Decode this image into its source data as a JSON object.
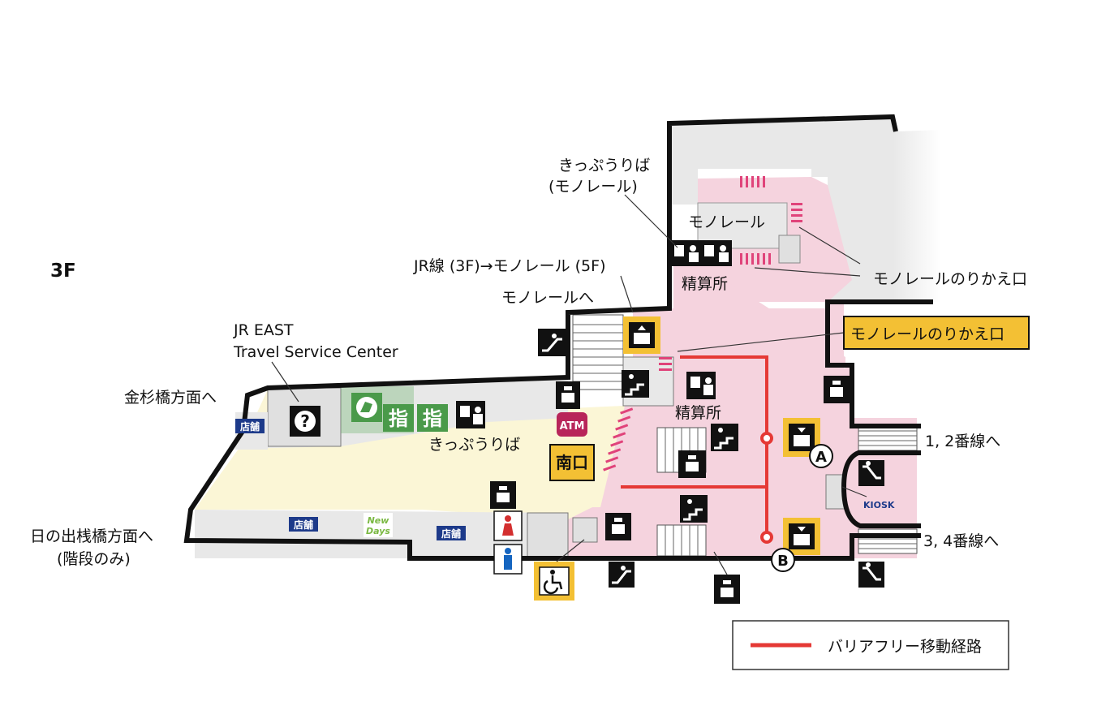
{
  "floor": "3F",
  "colors": {
    "jr_area": "#fbf6d6",
    "monorail_area": "#f5d3de",
    "gray_area": "#e8e8e8",
    "route": "#e53935",
    "highlight": "#f3c034",
    "atm": "#b8255a",
    "ticket_green": "#4a9a4a",
    "stair_pink": "#e0437a"
  },
  "labels": {
    "kippu_monorail_1": "きっぷうりば",
    "kippu_monorail_2": "(モノレール)",
    "monorail": "モノレール",
    "monorail_transfer_top": "モノレールのりかえ口",
    "monorail_transfer_box": "モノレールのりかえ口",
    "seisanjo_top": "精算所",
    "seisanjo_mid": "精算所",
    "jr_to_monorail": "JR線 (3F)→モノレール (5F)",
    "to_monorail": "モノレールへ",
    "jr_east_1": "JR EAST",
    "jr_east_2": "Travel Service Center",
    "kanasugi": "金杉橋方面へ",
    "hinode_1": "日の出桟橋方面へ",
    "hinode_2": "(階段のみ)",
    "kippu": "きっぷうりば",
    "south_exit": "南口",
    "line_12": "1, 2番線へ",
    "line_34": "3, 4番線へ",
    "kiosk": "KIOSK",
    "atm": "ATM",
    "shop": "店舗",
    "newdays_1": "New",
    "newdays_2": "Days",
    "shitei": "指",
    "elevator_a": "A",
    "elevator_b": "B"
  },
  "icons": [
    "escalator-icon",
    "elevator-icon",
    "stairs-icon",
    "coin-locker-icon",
    "ticket-machine-icon",
    "information-icon",
    "green-window-icon",
    "reserved-seat-icon",
    "toilet-female-icon",
    "toilet-male-icon",
    "accessible-toilet-icon"
  ],
  "legend": {
    "route_label": "バリアフリー移動経路"
  }
}
